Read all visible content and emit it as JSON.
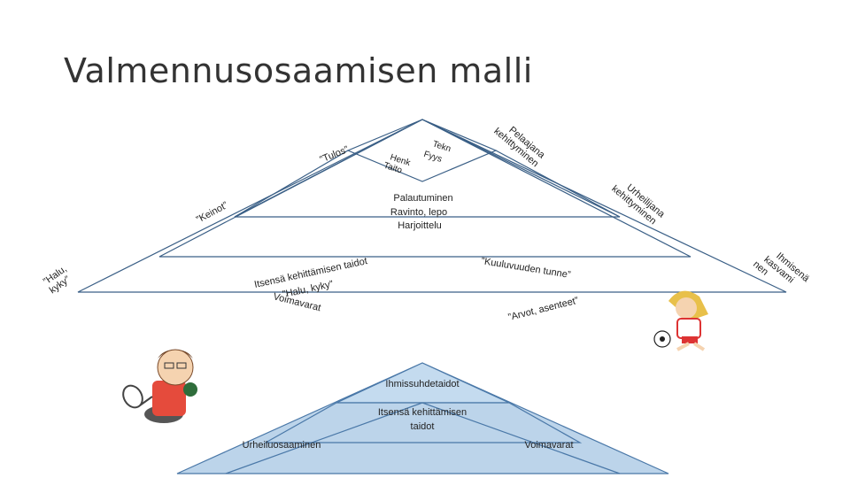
{
  "title": "Valmennusosaamisen malli",
  "top": {
    "pyramid_labels": {
      "tulos": "”Tulos”",
      "keinot": "”Keinot”",
      "halu_kyky": [
        "”Halu,",
        "kyky”"
      ]
    },
    "peak_left": [
      "Henk",
      "Taito"
    ],
    "peak_right": [
      "Tekn",
      "Fyys"
    ],
    "center": [
      "Palautuminen",
      "Ravinto, lepo",
      "Harjoittelu"
    ],
    "left_middle": [
      "Itsensä kehittämisen taidot",
      "”Halu, kyky”"
    ],
    "left_bottom": "Voimavarat",
    "right_middle": "”Kuuluvuuden tunne”",
    "right_bottom": "”Arvot, asenteet”",
    "side_right": {
      "pelaajana": [
        "Pelaajana",
        "kehittyminen"
      ],
      "urheilijana": [
        "Urheilijana",
        "kehittyminen"
      ],
      "ihmisena": [
        "Ihmisenä",
        "kasvami",
        "nen"
      ]
    }
  },
  "bottom": {
    "top_label": "Ihmissuhdetaidot",
    "middle_label": [
      "Itsensä kehittämisen",
      "taidot"
    ],
    "left_label": "Urheiluosaaminen",
    "right_label": "Voimavarat"
  },
  "colors": {
    "fill": "#bcd4ea",
    "stroke": "#4a78a8",
    "line": "#3a5f86"
  }
}
